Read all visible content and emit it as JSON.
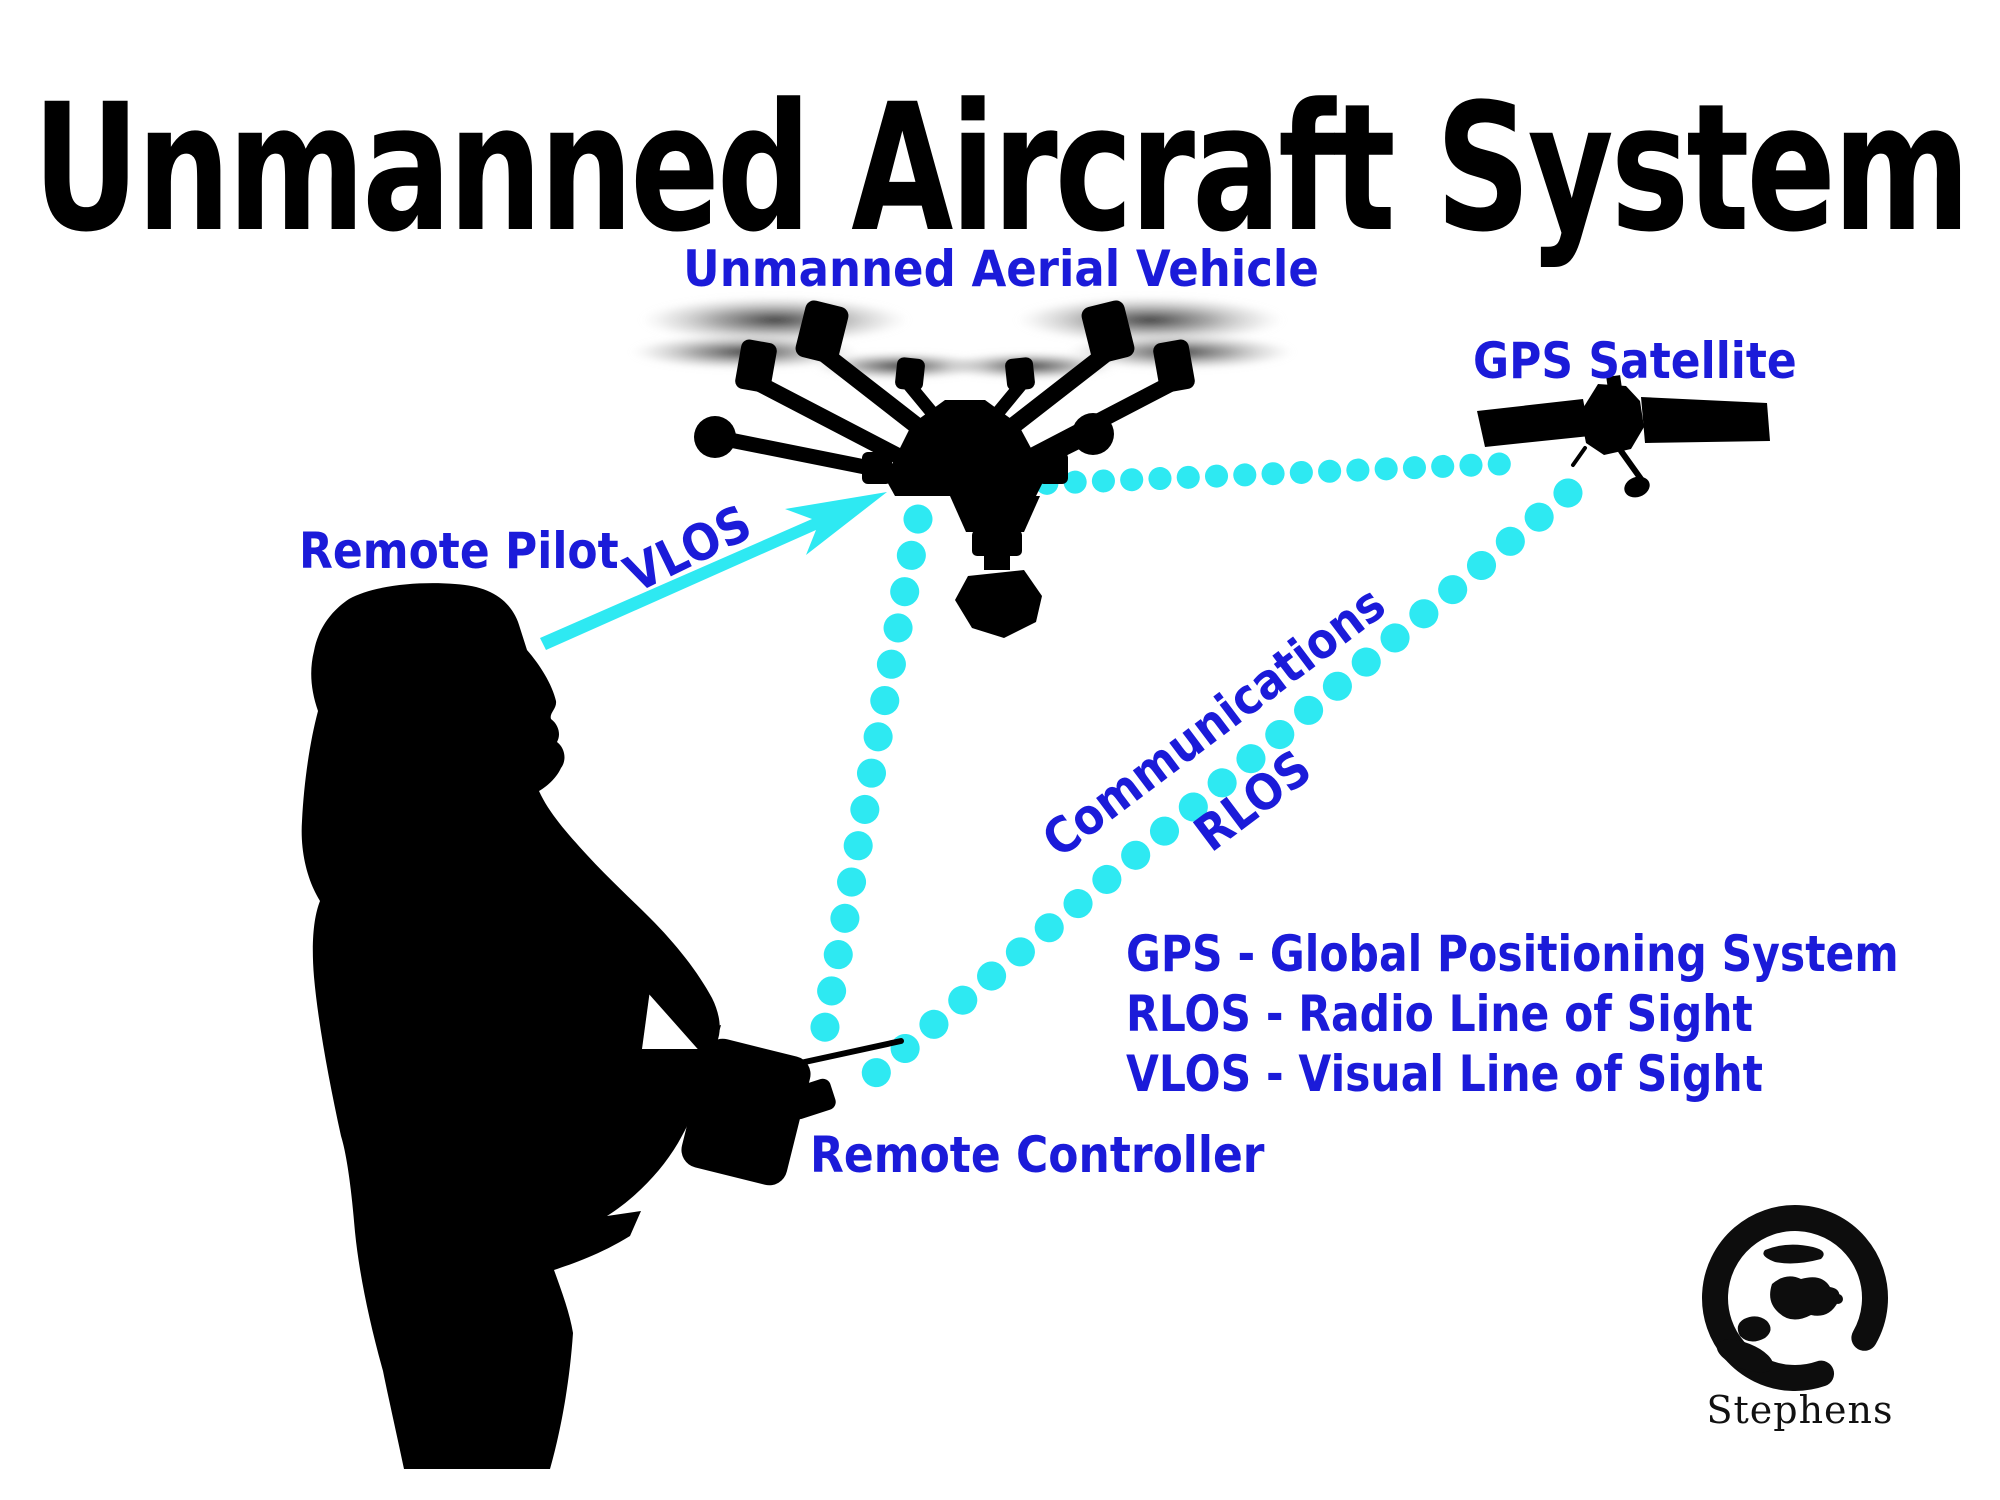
{
  "title": "Unmanned Aircraft System",
  "labels": {
    "uav": "Unmanned Aerial Vehicle",
    "gps_satellite": "GPS Satellite",
    "remote_pilot": "Remote Pilot",
    "vlos_arrow": "VLOS",
    "communications": "Communications",
    "rlos_link": "RLOS",
    "remote_controller": "Remote Controller"
  },
  "legend": {
    "items": [
      "GPS - Global Positioning System",
      "RLOS - Radio Line of Sight",
      "VLOS - Visual Line of Sight"
    ]
  },
  "logo": {
    "text": "Stephens"
  },
  "colors": {
    "labelBlue": "#1b1bd9",
    "linkCyan": "#2ee9f2",
    "ink": "#000000",
    "logoInk": "#111111"
  }
}
